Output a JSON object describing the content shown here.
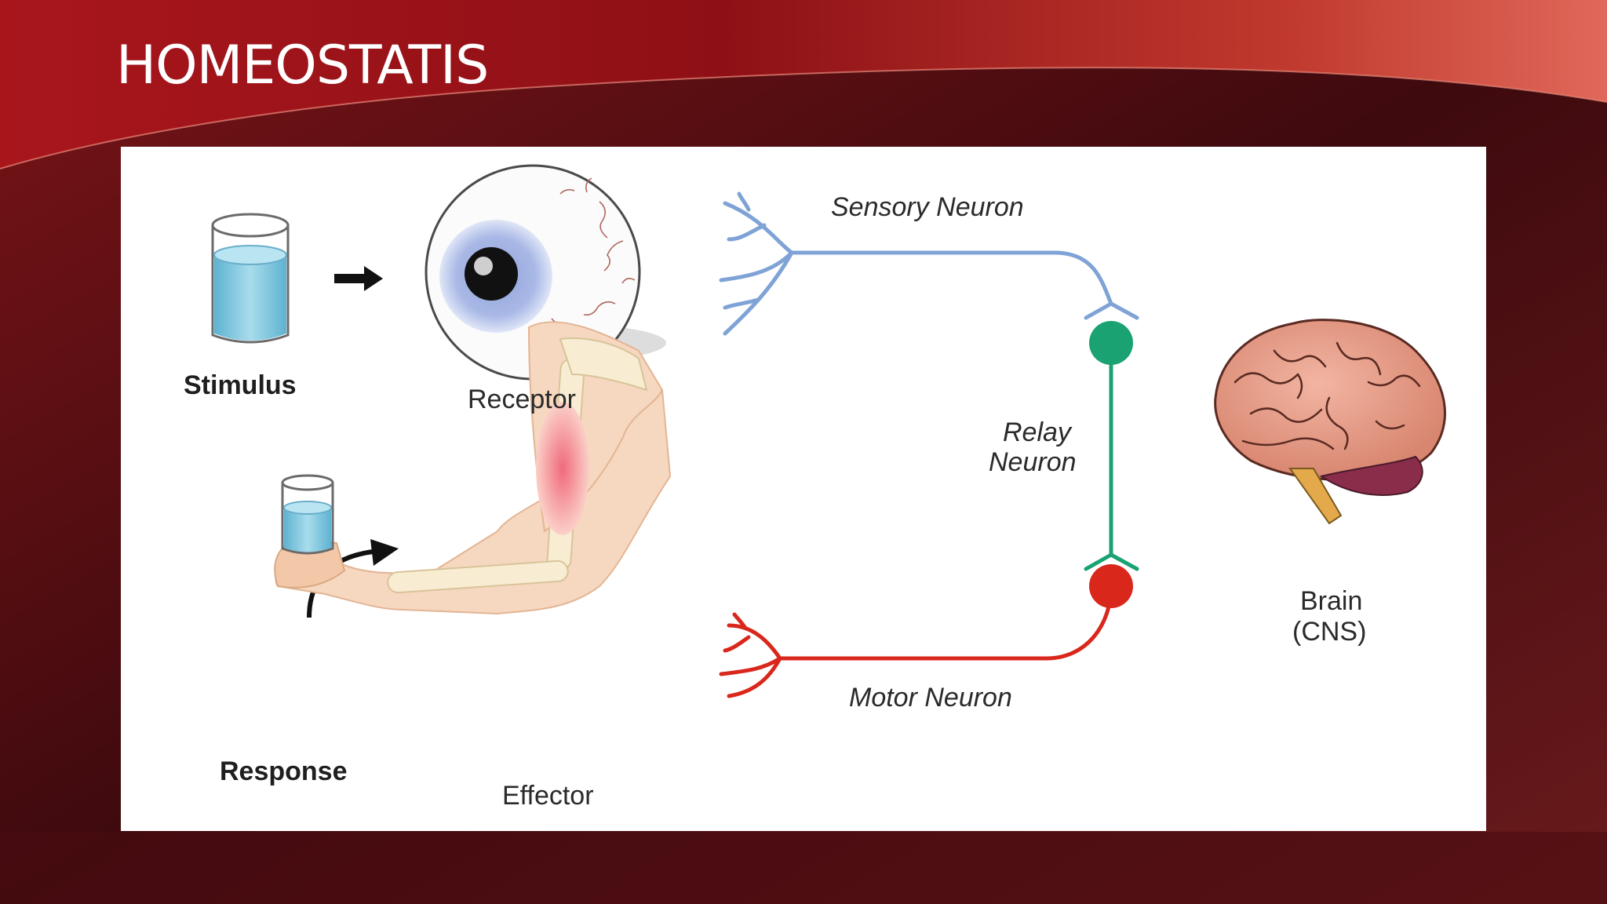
{
  "slide": {
    "title": "HOMEOSTATIS"
  },
  "diagram": {
    "labels": {
      "stimulus": "Stimulus",
      "receptor": "Receptor",
      "sensory_neuron": "Sensory Neuron",
      "relay_neuron_line1": "Relay",
      "relay_neuron_line2": "Neuron",
      "brain_line1": "Brain",
      "brain_line2": "(CNS)",
      "motor_neuron": "Motor Neuron",
      "response": "Response",
      "effector": "Effector"
    },
    "colors": {
      "sensory": "#7fa3d6",
      "relay": "#1aa273",
      "motor": "#d9271c",
      "water": "#7cc4dc"
    }
  }
}
